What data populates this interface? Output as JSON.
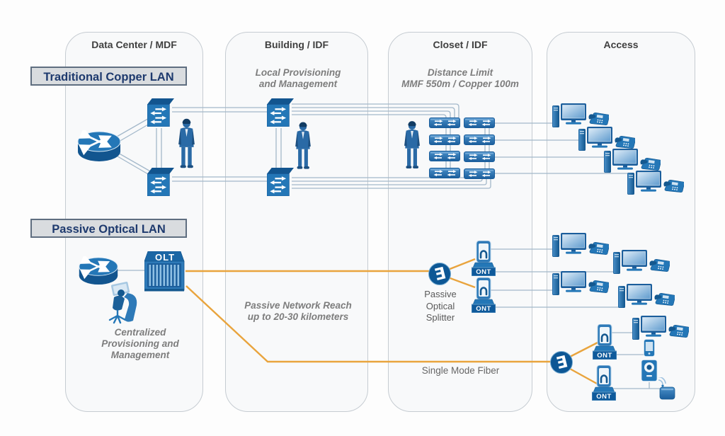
{
  "zones": [
    {
      "label": "Data Center / MDF"
    },
    {
      "label": "Building / IDF"
    },
    {
      "label": "Closet / IDF"
    },
    {
      "label": "Access"
    }
  ],
  "section_labels": {
    "copper": "Traditional Copper LAN",
    "optical": "Passive Optical LAN"
  },
  "annotations": {
    "local_provisioning": "Local Provisioning\nand Management",
    "distance_limit": "Distance Limit\nMMF 550m / Copper 100m",
    "passive_reach": "Passive Network Reach\nup to 20-30 kilometers",
    "centralized": "Centralized\nProvisioning and\nManagement",
    "splitter": "Passive\nOptical\nSplitter",
    "single_mode_fiber": "Single Mode Fiber"
  },
  "device_labels": {
    "olt": "OLT",
    "ont": "ONT"
  },
  "colors": {
    "device_blue": "#2477b7",
    "device_blue_dark": "#14588f",
    "fiber_orange": "#e9a43d",
    "copper_line": "#a3b8ca",
    "section_text": "#1e3a6e"
  }
}
